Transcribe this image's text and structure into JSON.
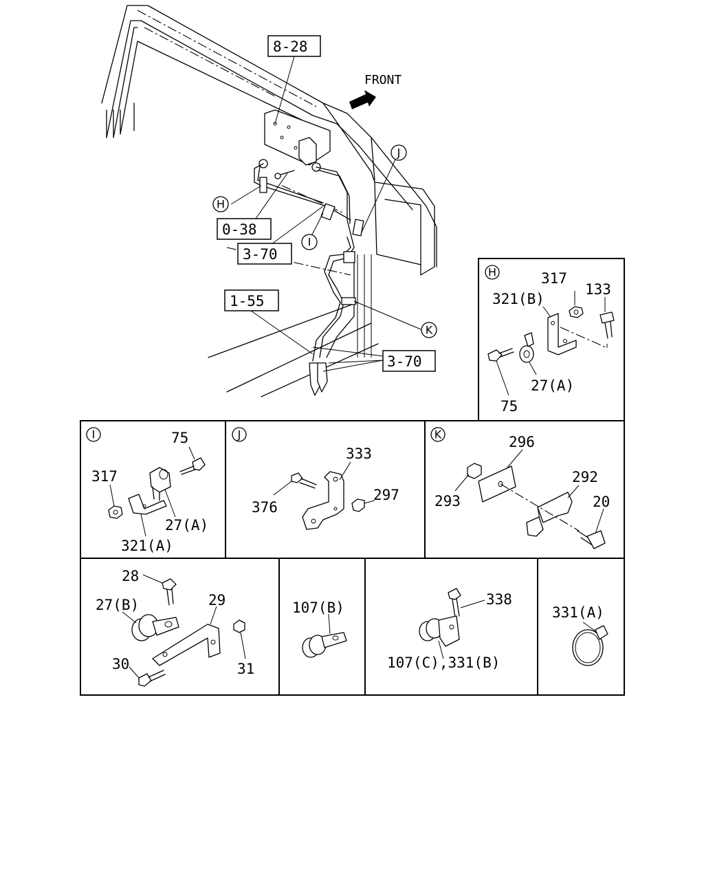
{
  "main": {
    "refs": {
      "r1": "8-28",
      "r2": "0-38",
      "r3": "3-70",
      "r4": "1-55",
      "r5": "3-70"
    },
    "front_label": "FRONT",
    "markers": {
      "h": "H",
      "i": "I",
      "j": "J",
      "k": "K"
    }
  },
  "panels": {
    "h": {
      "marker": "H",
      "labels": {
        "a": "317",
        "b": "133",
        "c": "321(B)",
        "d": "27(A)",
        "e": "75"
      }
    },
    "i": {
      "marker": "I",
      "labels": {
        "a": "75",
        "b": "317",
        "c": "27(A)",
        "d": "321(A)"
      }
    },
    "j": {
      "marker": "J",
      "labels": {
        "a": "333",
        "b": "297",
        "c": "376"
      }
    },
    "k": {
      "marker": "K",
      "labels": {
        "a": "296",
        "b": "292",
        "c": "293",
        "d": "20"
      }
    },
    "p5": {
      "labels": {
        "a": "28",
        "b": "27(B)",
        "c": "29",
        "d": "30",
        "e": "31"
      }
    },
    "p6": {
      "labels": {
        "a": "107(B)"
      }
    },
    "p7": {
      "labels": {
        "a": "338",
        "b": "107(C),331(B)"
      }
    },
    "p8": {
      "labels": {
        "a": "331(A)"
      }
    }
  }
}
